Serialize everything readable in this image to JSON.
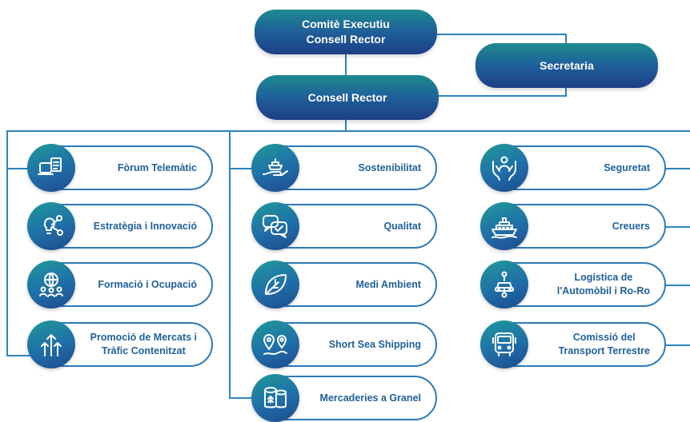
{
  "top": {
    "committee": [
      "Comitè Executiu",
      "Consell Rector"
    ],
    "secretary": "Secretaria",
    "board": "Consell Rector"
  },
  "columns": [
    {
      "items": [
        {
          "lines": [
            "Fòrum Telemàtic"
          ],
          "icon": "laptop-document-icon"
        },
        {
          "lines": [
            "Estratègia i Innovació"
          ],
          "icon": "lightbulb-network-icon"
        },
        {
          "lines": [
            "Formació i Ocupació"
          ],
          "icon": "globe-people-icon"
        },
        {
          "lines": [
            "Promoció de Mercats i",
            "Tràfic Contenitzat"
          ],
          "icon": "growth-arrows-icon"
        }
      ]
    },
    {
      "items": [
        {
          "lines": [
            "Sostenibilitat"
          ],
          "icon": "ship-on-hand-icon"
        },
        {
          "lines": [
            "Qualitat"
          ],
          "icon": "chat-check-icon"
        },
        {
          "lines": [
            "Medi Ambient"
          ],
          "icon": "leaf-icon"
        },
        {
          "lines": [
            "Short Sea Shipping"
          ],
          "icon": "route-pins-icon"
        },
        {
          "lines": [
            "Mercaderies a Granel"
          ],
          "icon": "silos-icon"
        }
      ]
    },
    {
      "items": [
        {
          "lines": [
            "Seguretat"
          ],
          "icon": "protective-hands-icon"
        },
        {
          "lines": [
            "Creuers"
          ],
          "icon": "cruise-ship-icon"
        },
        {
          "lines": [
            "Logística de",
            "l'Automòbil i Ro-Ro"
          ],
          "icon": "car-network-icon"
        },
        {
          "lines": [
            "Comissió del",
            "Transport Terrestre"
          ],
          "icon": "truck-front-icon"
        }
      ]
    }
  ]
}
